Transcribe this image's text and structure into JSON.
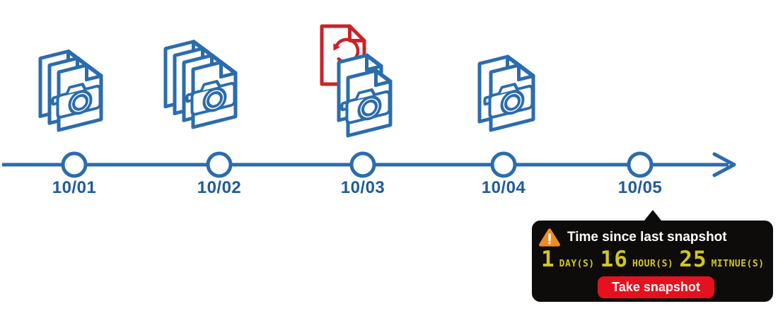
{
  "timeline": {
    "dates": [
      "10/01",
      "10/02",
      "10/03",
      "10/04",
      "10/05"
    ]
  },
  "tooltip": {
    "title": "Time since last snapshot",
    "elapsed": [
      {
        "value": "1",
        "unit": "DAY(S)"
      },
      {
        "value": "16",
        "unit": "HOUR(S)"
      },
      {
        "value": "25",
        "unit": "MITNUE(S)"
      }
    ],
    "button_label": "Take snapshot"
  },
  "icons": {
    "warning": "warning-triangle-icon",
    "snapshot_document": "camera-document-icon",
    "restore_document": "restore-arrow-document-icon",
    "timeline_arrow": "arrow-right-icon"
  },
  "colors": {
    "brand_blue": "#2b6cad",
    "date_blue": "#1e5b9b",
    "doc_red": "#cd2127",
    "button_red": "#e6111e",
    "led_yellow": "#cfc623",
    "warning_orange": "#ee8b21",
    "tooltip_bg": "#0e0b0b"
  }
}
